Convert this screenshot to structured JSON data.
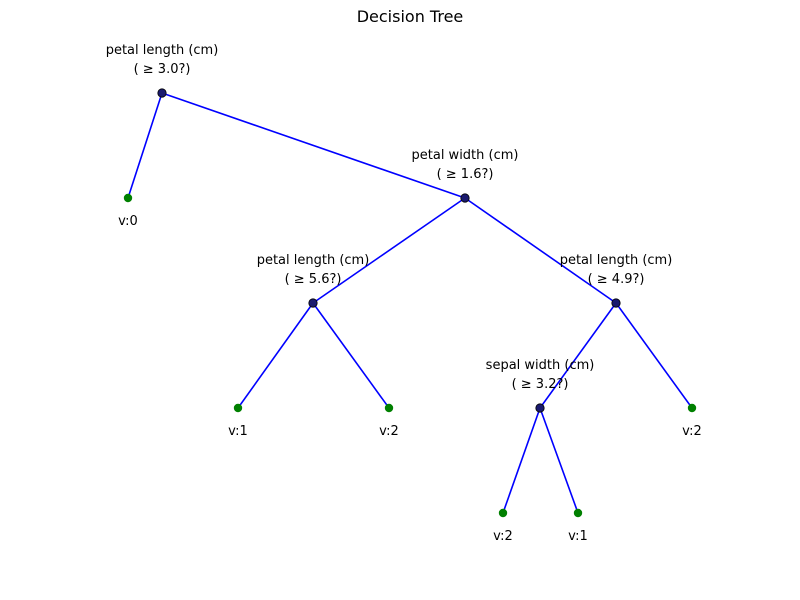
{
  "title": "Decision Tree",
  "colors": {
    "edge": "#0000ff",
    "internal_node_fill": "#1a1a6e",
    "internal_node_stroke": "#000000",
    "leaf_node": "#008000",
    "text": "#000000",
    "background": "#ffffff"
  },
  "tree": {
    "nodes": [
      {
        "id": "n0",
        "kind": "split",
        "feature": "petal length (cm)",
        "condition": "( ≥ 3.0?)"
      },
      {
        "id": "n1",
        "kind": "leaf",
        "label": "v:0"
      },
      {
        "id": "n2",
        "kind": "split",
        "feature": "petal width (cm)",
        "condition": "( ≥ 1.6?)"
      },
      {
        "id": "n3",
        "kind": "split",
        "feature": "petal length (cm)",
        "condition": "( ≥ 5.6?)"
      },
      {
        "id": "n4",
        "kind": "split",
        "feature": "petal length (cm)",
        "condition": "( ≥ 4.9?)"
      },
      {
        "id": "n5",
        "kind": "leaf",
        "label": "v:1"
      },
      {
        "id": "n6",
        "kind": "leaf",
        "label": "v:2"
      },
      {
        "id": "n7",
        "kind": "split",
        "feature": "sepal width (cm)",
        "condition": "( ≥ 3.2?)"
      },
      {
        "id": "n8",
        "kind": "leaf",
        "label": "v:2"
      },
      {
        "id": "n9",
        "kind": "leaf",
        "label": "v:2"
      },
      {
        "id": "n10",
        "kind": "leaf",
        "label": "v:1"
      }
    ],
    "edges": [
      {
        "from": "n0",
        "to": "n1"
      },
      {
        "from": "n0",
        "to": "n2"
      },
      {
        "from": "n2",
        "to": "n3"
      },
      {
        "from": "n2",
        "to": "n4"
      },
      {
        "from": "n3",
        "to": "n5"
      },
      {
        "from": "n3",
        "to": "n6"
      },
      {
        "from": "n4",
        "to": "n7"
      },
      {
        "from": "n4",
        "to": "n8"
      },
      {
        "from": "n7",
        "to": "n9"
      },
      {
        "from": "n7",
        "to": "n10"
      }
    ]
  }
}
